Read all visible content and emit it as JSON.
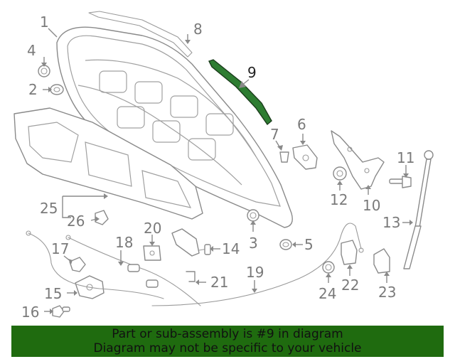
{
  "callouts": {
    "c1": "1",
    "c2": "2",
    "c3": "3",
    "c4": "4",
    "c5": "5",
    "c6": "6",
    "c7": "7",
    "c8": "8",
    "c9": "9",
    "c10": "10",
    "c11": "11",
    "c12": "12",
    "c13": "13",
    "c14": "14",
    "c15": "15",
    "c16": "16",
    "c17": "17",
    "c18": "18",
    "c19": "19",
    "c20": "20",
    "c21": "21",
    "c22": "22",
    "c23": "23",
    "c24": "24",
    "c25": "25",
    "c26": "26"
  },
  "highlighted_part": "9",
  "colors": {
    "highlight": "#2e7d32",
    "banner": "#1f6b0f",
    "line": "#8a8a8a"
  },
  "banner": {
    "line1": "Part or sub-assembly is #9 in diagram",
    "line2": "Diagram may not be specific to your vehicle"
  }
}
